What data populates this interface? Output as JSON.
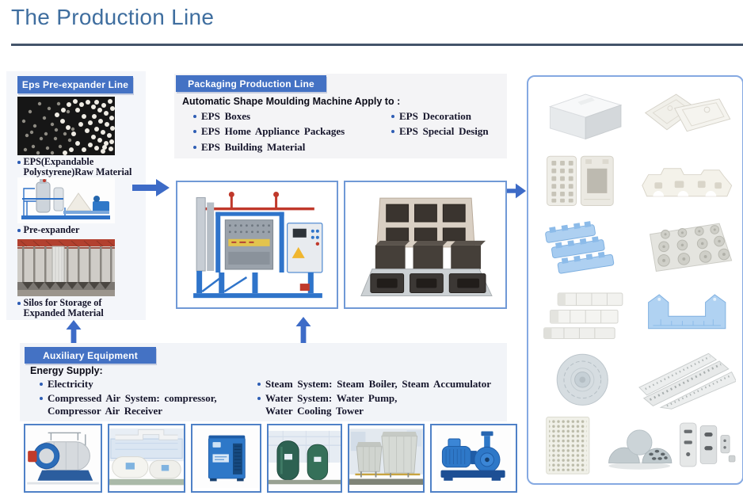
{
  "title": "The Production Line",
  "pre_expander_line": {
    "header": "Eps Pre-expander Line",
    "caption_raw_material": "EPS(Expandable\nPolystyrene)Raw Material",
    "caption_pre_expander": "Pre-expander",
    "caption_silos": "Silos for Storage of\nExpanded Material"
  },
  "packaging_line": {
    "header": "Packaging Production Line",
    "subtitle": "Automatic Shape Moulding Machine Apply to :",
    "applications_col1": [
      "EPS Boxes",
      "EPS Home Appliance Packages",
      "EPS Building Material"
    ],
    "applications_col2": [
      "EPS Decoration",
      "EPS Special Design"
    ]
  },
  "auxiliary_equipment": {
    "header": "Auxiliary Equipment",
    "subtitle": "Energy Supply:",
    "items_col1": [
      "Electricity",
      "Compressed Air System: compressor,\nCompressor Air Receiver"
    ],
    "items_col2": [
      "Steam System: Steam Boiler, Steam Accumulator",
      "Water System: Water Pump,\nWater Cooling Tower"
    ]
  },
  "photos": {
    "flow": [
      "eps-raw-material",
      "pre-expander-machine",
      "storage-silos",
      "shape-moulding-machine",
      "moulds",
      "eps-products"
    ],
    "equipment": [
      "steam-boiler",
      "steam-accumulator-tanks",
      "air-compressor",
      "air-receiver-tanks",
      "water-cooling-towers",
      "water-pump"
    ],
    "products": [
      "eps-box",
      "eps-box-lids",
      "eps-packaging-trays",
      "eps-profile-packaging",
      "eps-insulation-blocks",
      "eps-floor-heating-panel",
      "eps-building-blocks",
      "eps-corner-profile",
      "eps-ceiling-dome",
      "eps-decorative-cornices",
      "eps-seedling-tray",
      "eps-dome-shells",
      "eps-special-design-parts"
    ]
  },
  "colors": {
    "accent_blue": "#4472c4",
    "title_blue": "#3f6e9f",
    "rule_slate": "#44546a",
    "panel_light": "#f4f6fa",
    "box_border": "#7099d6",
    "text_dark": "#16162c"
  }
}
